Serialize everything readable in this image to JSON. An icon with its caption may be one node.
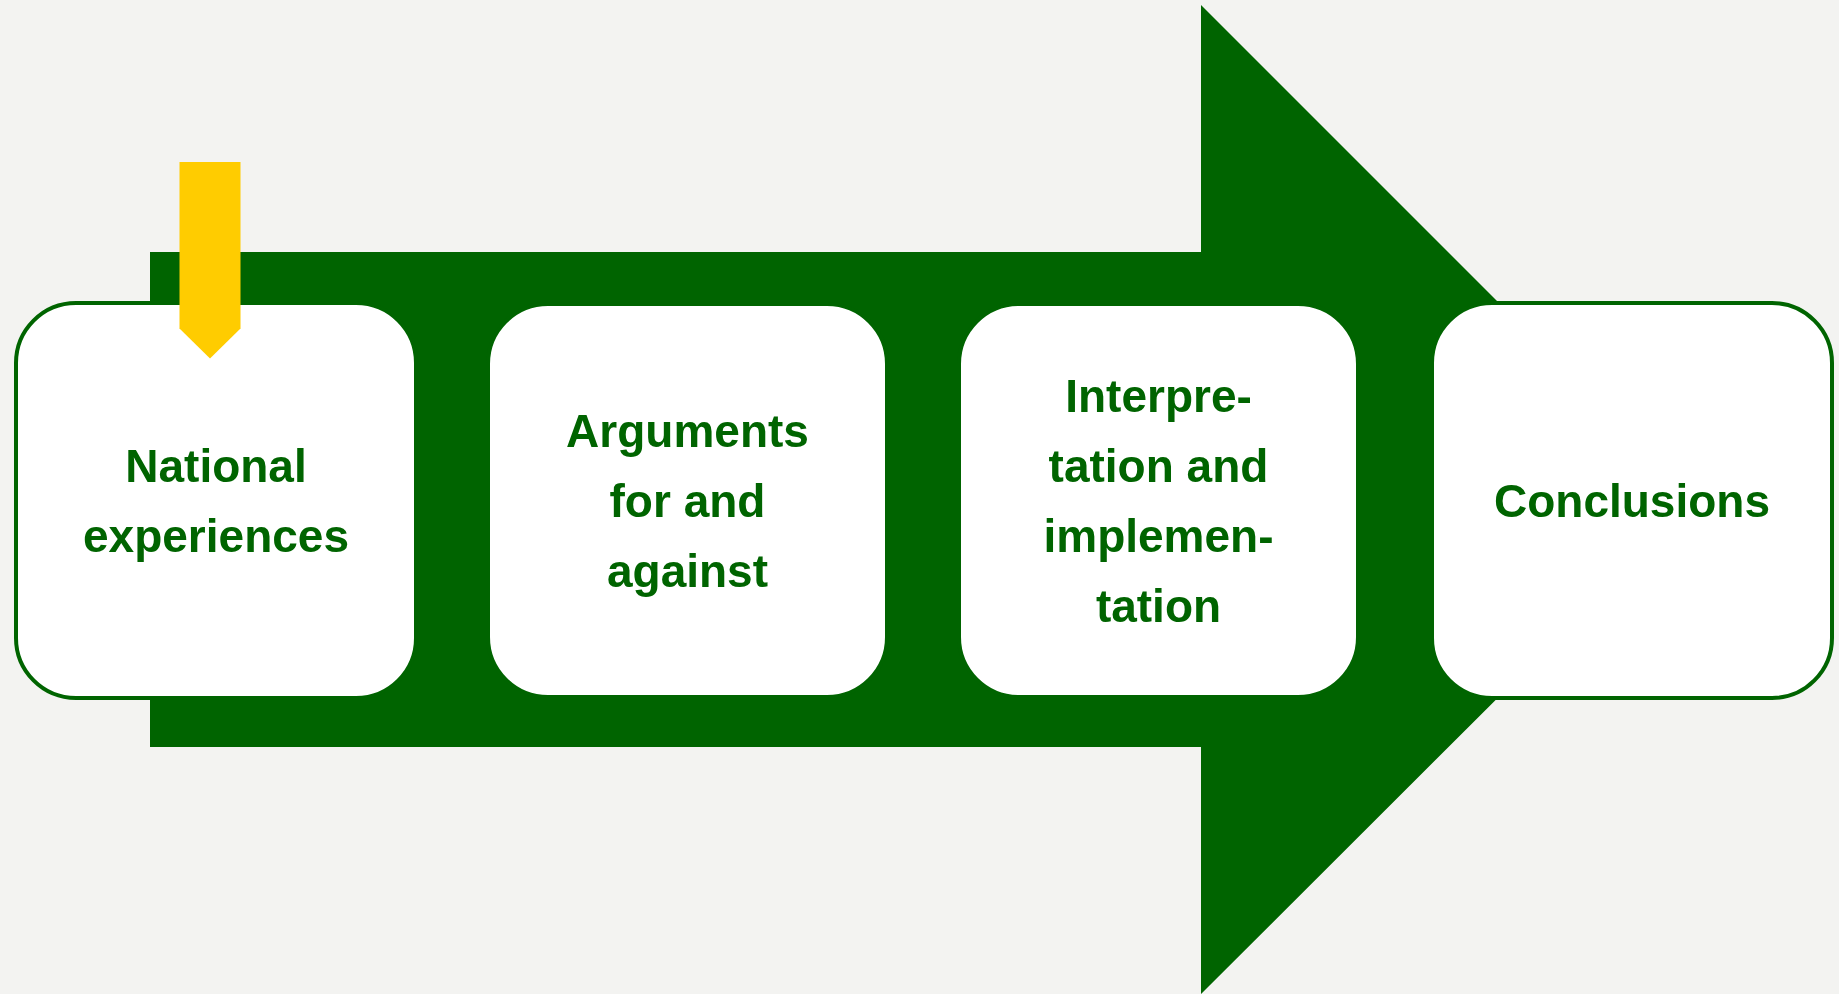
{
  "diagram": {
    "nodes": [
      {
        "text": [
          "National experiences"
        ]
      },
      {
        "text": [
          "Arguments for and against"
        ]
      },
      {
        "text": [
          "Interpre- tation and implemen- tation"
        ]
      },
      {
        "text": [
          "Conclusions"
        ]
      }
    ],
    "edges": [
      {
        "from": null,
        "to": 0,
        "arrow": "to"
      },
      {
        "from": 0,
        "to": 3,
        "arrow": "to",
        "style": "thick"
      }
    ]
  }
}
